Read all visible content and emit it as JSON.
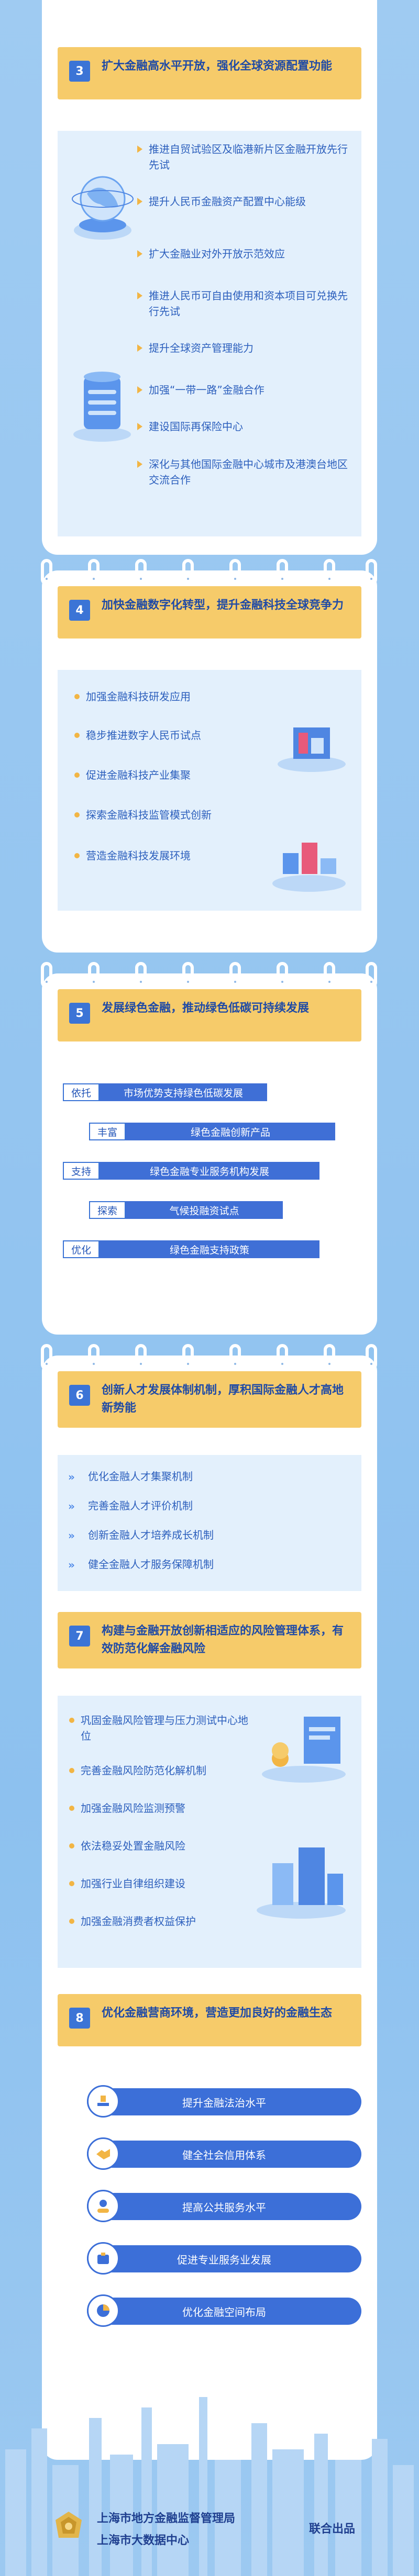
{
  "section3": {
    "number": "3",
    "title": "扩大金融高水平开放，强化全球资源配置功能",
    "items": [
      "推进自贸试验区及临港新片区金融开放先行先试",
      "提升人民币金融资产配置中心能级",
      "扩大金融业对外开放示范效应",
      "推进人民币可自由使用和资本项目可兑换先行先试",
      "提升全球资产管理能力",
      "加强“一带一路”金融合作",
      "建设国际再保险中心",
      "深化与其他国际金融中心城市及港澳台地区交流合作"
    ]
  },
  "section4": {
    "number": "4",
    "title": "加快金融数字化转型，提升金融科技全球竞争力",
    "items": [
      "加强金融科技研发应用",
      "稳步推进数字人民币试点",
      "促进金融科技产业集聚",
      "探索金融科技监管模式创新",
      "营造金融科技发展环境"
    ]
  },
  "section5": {
    "number": "5",
    "title": "发展绿色金融，推动绿色低碳可持续发展",
    "rows": [
      {
        "label": "依托",
        "text": "市场优势支持绿色低碳发展"
      },
      {
        "label": "丰富",
        "text": "绿色金融创新产品"
      },
      {
        "label": "支持",
        "text": "绿色金融专业服务机构发展"
      },
      {
        "label": "探索",
        "text": "气候投融资试点"
      },
      {
        "label": "优化",
        "text": "绿色金融支持政策"
      }
    ]
  },
  "section6": {
    "number": "6",
    "title": "创新人才发展体制机制，厚积国际金融人才高地新势能",
    "items": [
      "优化金融人才集聚机制",
      "完善金融人才评价机制",
      "创新金融人才培养成长机制",
      "健全金融人才服务保障机制"
    ]
  },
  "section7": {
    "number": "7",
    "title": "构建与金融开放创新相适应的风险管理体系，有效防范化解金融风险",
    "items": [
      "巩固金融风险管理与压力测试中心地位",
      "完善金融风险防范化解机制",
      "加强金融风险监测预警",
      "依法稳妥处置金融风险",
      "加强行业自律组织建设",
      "加强金融消费者权益保护"
    ]
  },
  "section8": {
    "number": "8",
    "title": "优化金融营商环境，营造更加良好的金融生态",
    "items": [
      {
        "text": "提升金融法治水平",
        "icon": "gavel-icon"
      },
      {
        "text": "健全社会信用体系",
        "icon": "handshake-icon"
      },
      {
        "text": "提高公共服务水平",
        "icon": "service-icon"
      },
      {
        "text": "促进专业服务业发展",
        "icon": "professional-icon"
      },
      {
        "text": "优化金融空间布局",
        "icon": "pie-chart-icon"
      }
    ]
  },
  "footer": {
    "org1": "上海市地方金融监督管理局",
    "org2": "上海市大数据中心",
    "publish": "联合出品"
  }
}
